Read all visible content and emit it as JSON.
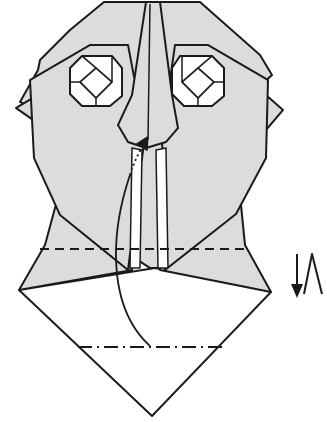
{
  "diagram": {
    "style": {
      "paper_fill": "#dcdcdc",
      "white_fill": "#ffffff",
      "line_color": "#1a1a1a"
    },
    "elements": [
      {
        "name": "back-face-paper",
        "kind": "shape",
        "color": "#dcdcdc"
      },
      {
        "name": "front-face-paper",
        "kind": "shape",
        "color": "#ffffff"
      },
      {
        "name": "left-ear-flap",
        "kind": "shape"
      },
      {
        "name": "right-ear-flap",
        "kind": "shape"
      },
      {
        "name": "left-eye",
        "kind": "eye"
      },
      {
        "name": "right-eye",
        "kind": "eye"
      },
      {
        "name": "center-nose-flap",
        "kind": "shape"
      },
      {
        "name": "valley-fold-line",
        "kind": "valley-fold"
      },
      {
        "name": "mountain-fold-line",
        "kind": "mountain-fold"
      },
      {
        "name": "fold-motion-arrow",
        "kind": "arrow"
      },
      {
        "name": "turn-over-symbol",
        "kind": "symbol"
      }
    ]
  }
}
